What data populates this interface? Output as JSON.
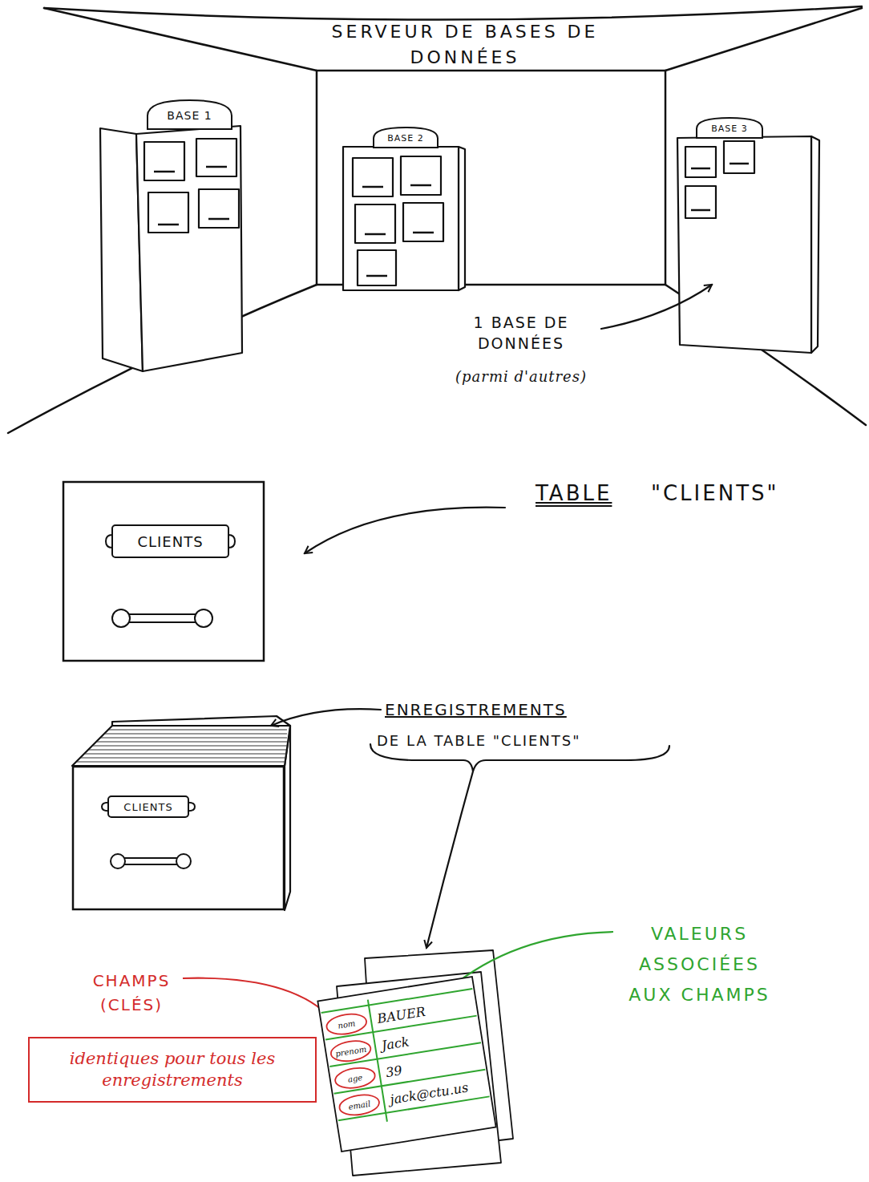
{
  "diagram": {
    "title": "SERVEUR DE BASES DE DONNÉES",
    "nodes": [
      {
        "text": [
          "BASE 1"
        ]
      },
      {
        "text": [
          "BASE 2"
        ]
      },
      {
        "text": [
          "BASE 3"
        ]
      },
      {
        "text": [
          "CLIENTS"
        ]
      },
      {
        "text": [
          "CLIENTS"
        ]
      },
      {
        "text": [
          "identiques pour tous les enregistrements"
        ]
      },
      {
        "text": [
          "BAUER",
          "Jack",
          "39",
          "jack@ctu.us"
        ]
      },
      {
        "text": [
          "nom"
        ],
        "in": 6
      },
      {
        "text": [
          "prenom"
        ],
        "in": 6
      },
      {
        "text": [
          "age"
        ],
        "in": 6
      },
      {
        "text": [
          "email"
        ],
        "in": 6
      }
    ],
    "labels": [
      "1 BASE DE DONNÉES",
      "(parmi d'autres)",
      "TABLE",
      "\"CLIENTS\"",
      "ENREGISTREMENTS",
      "DE LA TABLE \"CLIENTS\"",
      "CHAMPS (CLÉS)",
      "VALEURS ASSOCIÉES AUX CHAMPS"
    ]
  }
}
